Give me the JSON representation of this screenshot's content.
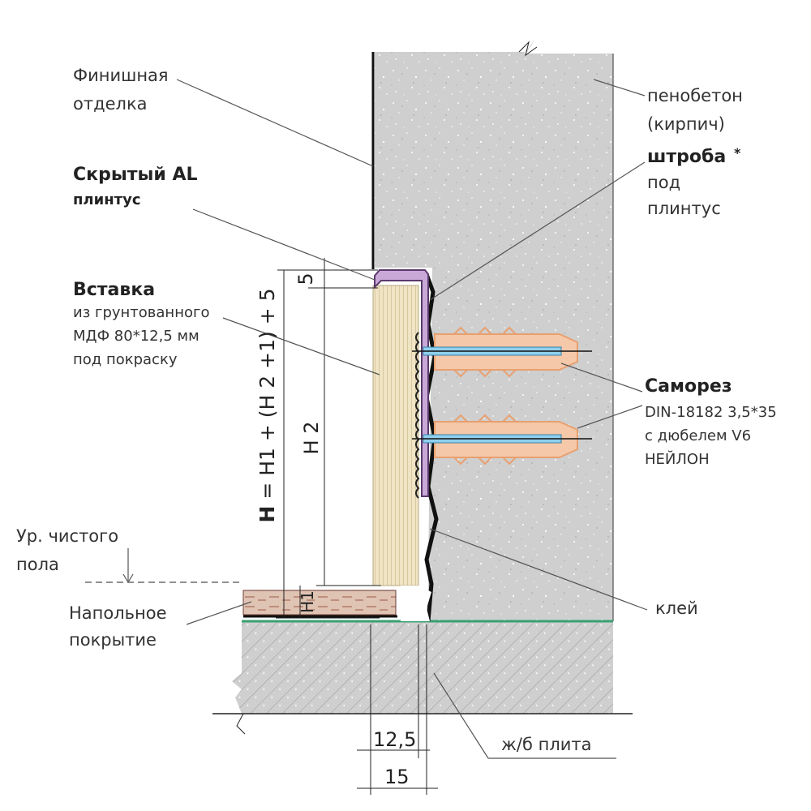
{
  "labels": {
    "finish": [
      "Финишная",
      "отделка"
    ],
    "plinth_title": "Скрытый AL",
    "plinth_sub": "плинтус",
    "insert_title": "Вставка",
    "insert_lines": [
      "из грунтованного",
      "МДФ 80*12,5 мм",
      "под покраску"
    ],
    "wall": [
      "пенобетон",
      "(кирпич)"
    ],
    "groove_title": "штроба",
    "groove_mark": "*",
    "groove_lines": [
      "под",
      "плинтус"
    ],
    "screw_title": "Саморез",
    "screw_lines": [
      "DIN-18182 3,5*35",
      "с дюбелем V6",
      "НЕЙЛОН"
    ],
    "floor_level": [
      "Ур. чистого",
      "пола"
    ],
    "floor_cover": [
      "Напольное",
      "покрытие"
    ],
    "glue": "клей",
    "slab": "ж/б плита"
  },
  "dimensions": {
    "d5": "5",
    "h2": "H 2",
    "h1": "H1",
    "formula_h": "H",
    "formula_rest": " = H1 + (H 2 +1) + 5",
    "w125": "12,5",
    "w15": "15"
  },
  "colors": {
    "concrete": "#cfcfcf",
    "mdf": "#efe4c4",
    "mdf_lines": "#d8c8a0",
    "profile": "#c9a8d8",
    "profile_stroke": "#5a3a6a",
    "floor_cover": "#d7b8a8",
    "dowel": "#e8a070",
    "screw": "#8fd0ee",
    "glue_line": "#3aa070"
  }
}
